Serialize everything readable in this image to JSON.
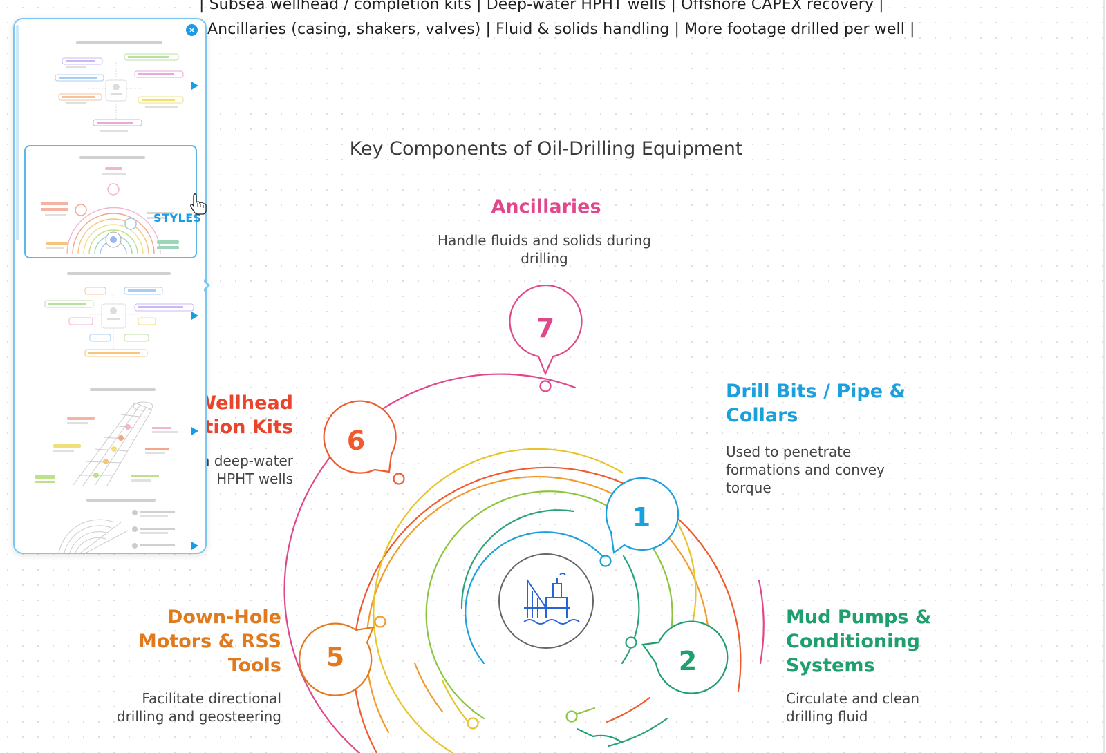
{
  "header": {
    "line1": "| Subsea wellhead / completion kits | Deep-water HPHT wells | Offshore CAPEX recovery |",
    "line2": "Ancillaries (casing, shakers, valves) | Fluid & solids handling | More footage drilled per well |"
  },
  "diagram": {
    "title": "Key Components of Oil-Drilling Equipment",
    "center_icon": "offshore-rig-icon",
    "items": [
      {
        "number": "1",
        "heading_lines": [
          "Drill Bits / Pipe &",
          "Collars"
        ],
        "description_lines": [
          "Used to penetrate",
          "formations and convey",
          "torque"
        ],
        "color": "#1aa0dd"
      },
      {
        "number": "2",
        "heading_lines": [
          "Mud Pumps &",
          "Conditioning",
          "Systems"
        ],
        "description_lines": [
          "Circulate and clean",
          "drilling fluid"
        ],
        "color": "#1f9e6e"
      },
      {
        "number": "5",
        "heading_lines": [
          "Down-Hole",
          "Motors & RSS",
          "Tools"
        ],
        "description_lines": [
          "Facilitate directional",
          "drilling and geosteering"
        ],
        "color": "#e07a1c"
      },
      {
        "number": "6",
        "heading_lines": [
          "Wellhead",
          "letion Kits"
        ],
        "description_lines": [
          "in deep-water",
          "HPHT wells"
        ],
        "color": "#e8452c"
      },
      {
        "number": "7",
        "heading_lines": [
          "Ancillaries"
        ],
        "description_lines": [
          "Handle fluids and solids during",
          "drilling"
        ],
        "color": "#e0488b"
      }
    ]
  },
  "styles_panel": {
    "label": "STYLES",
    "close_icon": "close-icon",
    "thumbnails": [
      "mind-map-style",
      "concentric-circles-style",
      "mind-map-style-2",
      "funnel-grid-style",
      "radial-style"
    ],
    "selected_index": 1
  },
  "colors": {
    "accent": "#1a9be6",
    "ring_colors": [
      "#1aa0dd",
      "#2aa37c",
      "#8cc63f",
      "#e6c42a",
      "#f39a2b",
      "#ef5a2e",
      "#e0488b"
    ]
  }
}
